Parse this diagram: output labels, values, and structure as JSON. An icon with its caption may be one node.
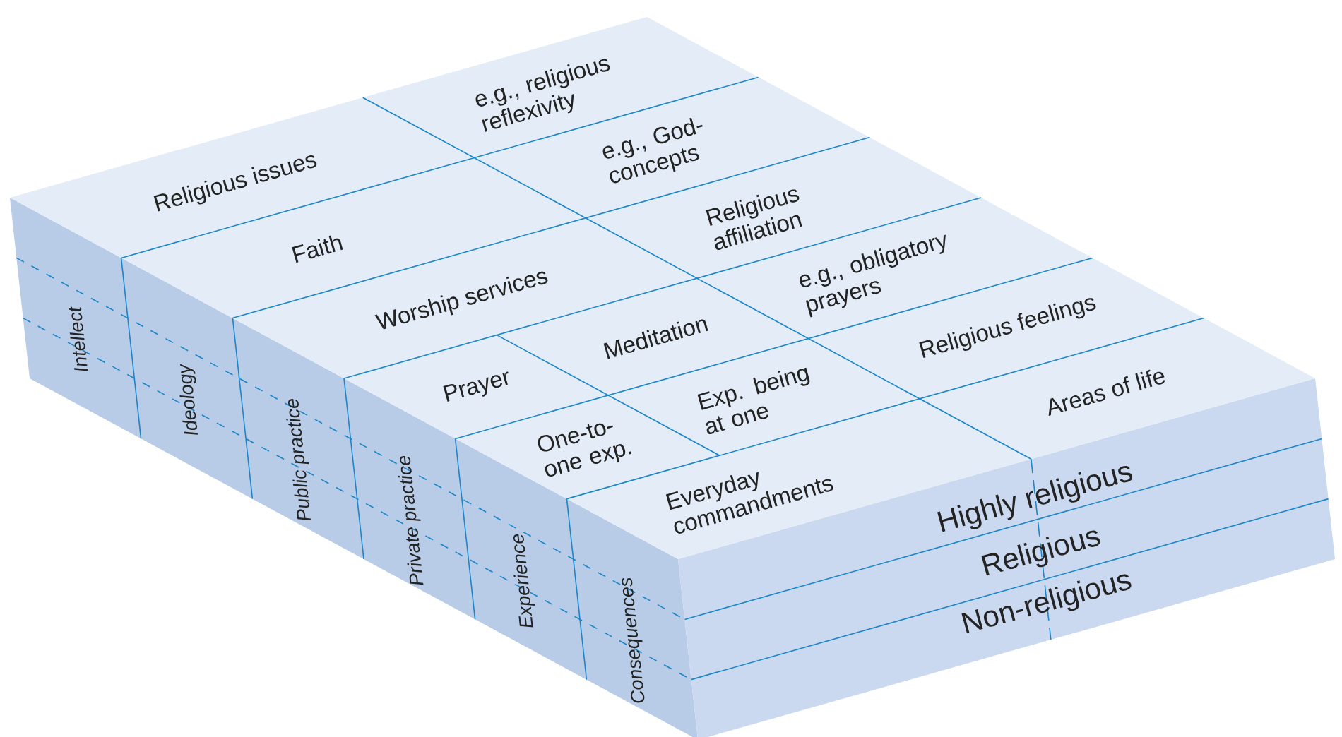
{
  "diagram": {
    "labels": [
      "Religious issues",
      "e.g., religious reflexivity",
      "Faith",
      "e.g., God-concepts",
      "Worship services",
      "Religious affiliation",
      "Prayer",
      "Meditation",
      "e.g., obligatory prayers",
      "One-to-one exp.",
      "Exp. being at one",
      "Religious feelings",
      "Everyday commandments",
      "Areas of life",
      "Highly religious",
      "Religious",
      "Non-religious",
      "Intellect",
      "Ideology",
      "Public practice",
      "Private practice",
      "Experience",
      "Consequences"
    ]
  }
}
